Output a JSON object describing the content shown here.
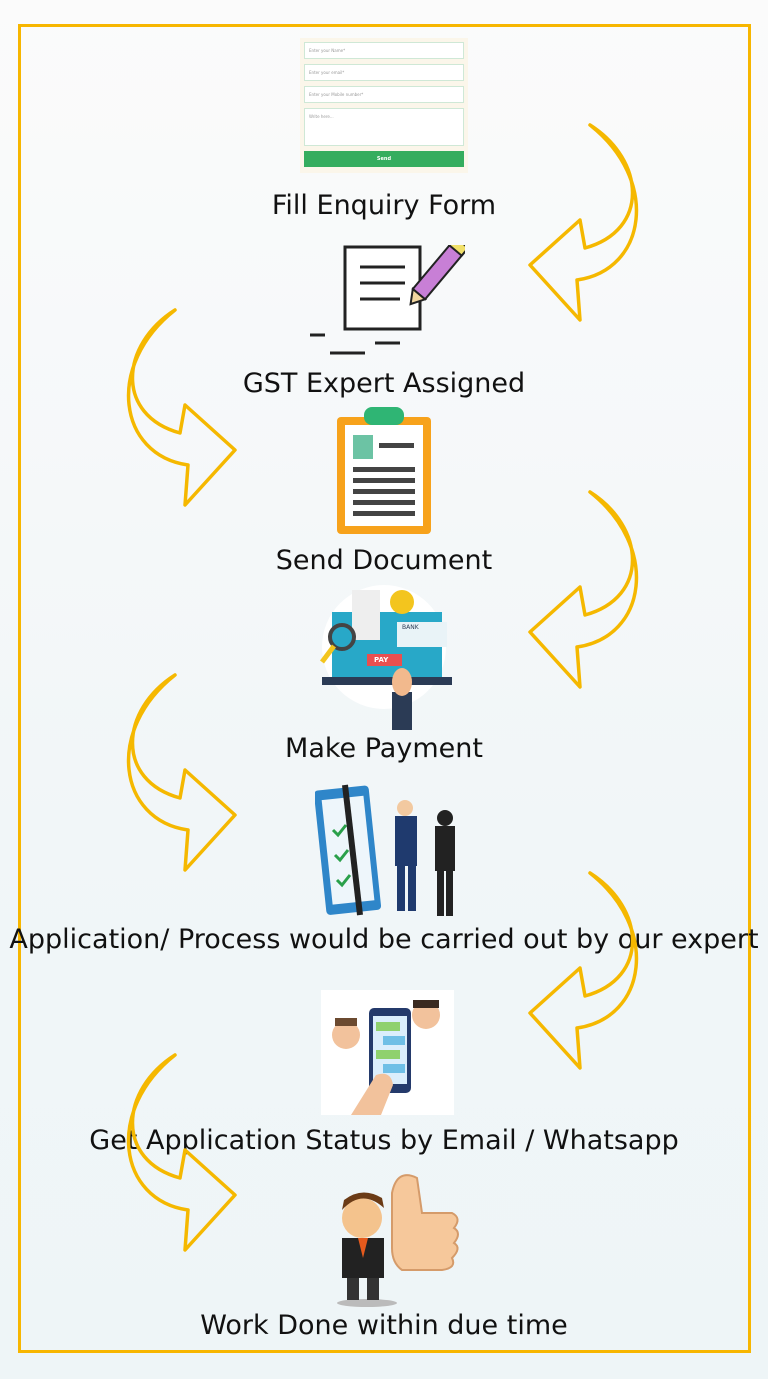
{
  "form": {
    "name_placeholder": "Enter your Name*",
    "email_placeholder": "Enter your email*",
    "mobile_placeholder": "Enter your Mobile number*",
    "message_placeholder": "Write here...",
    "send_label": "Send"
  },
  "steps": [
    "Fill Enquiry Form",
    "GST Expert Assigned",
    "Send Document",
    "Make Payment",
    "Application/ Process would be carried out by our expert",
    "Get Application Status by Email / Whatsapp",
    "Work Done within due time"
  ],
  "payment_icon": {
    "bank": "BANK",
    "pay": "PAY"
  },
  "colors": {
    "frame": "#f7b600",
    "arrow": "#f5b800",
    "send": "#35ad5e"
  }
}
